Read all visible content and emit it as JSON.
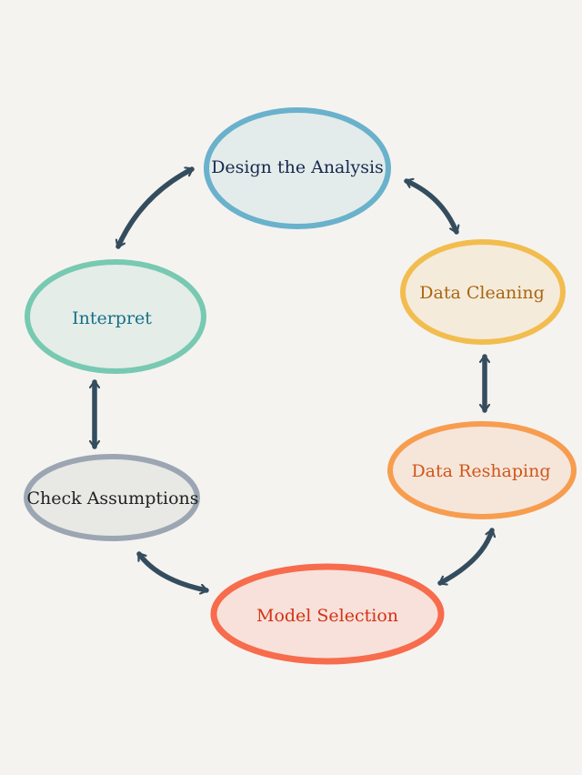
{
  "nodes": [
    {
      "id": "design",
      "label": "Design the Analysis",
      "fill": "#e3ecea",
      "stroke": "#6ab1cc",
      "text": "#18284f"
    },
    {
      "id": "cleaning",
      "label": "Data Cleaning",
      "fill": "#f5ebdb",
      "stroke": "#f2bd4f",
      "text": "#a8660f"
    },
    {
      "id": "reshaping",
      "label": "Data Reshaping",
      "fill": "#f6e6da",
      "stroke": "#f79d4f",
      "text": "#d0561a"
    },
    {
      "id": "model",
      "label": "Model Selection",
      "fill": "#f7e1da",
      "stroke": "#f76c4c",
      "text": "#d33216"
    },
    {
      "id": "check",
      "label": "Check Assumptions",
      "fill": "#e8e8e4",
      "stroke": "#9ba6b2",
      "text": "#222222"
    },
    {
      "id": "interpret",
      "label": "Interpret",
      "fill": "#e4ede7",
      "stroke": "#78c9b1",
      "text": "#1a6f8a"
    }
  ],
  "arrows": [
    {
      "from": "design",
      "to": "cleaning"
    },
    {
      "from": "cleaning",
      "to": "reshaping"
    },
    {
      "from": "reshaping",
      "to": "model"
    },
    {
      "from": "model",
      "to": "check"
    },
    {
      "from": "check",
      "to": "interpret"
    },
    {
      "from": "interpret",
      "to": "design"
    }
  ],
  "arrow_color": "#344d5e"
}
